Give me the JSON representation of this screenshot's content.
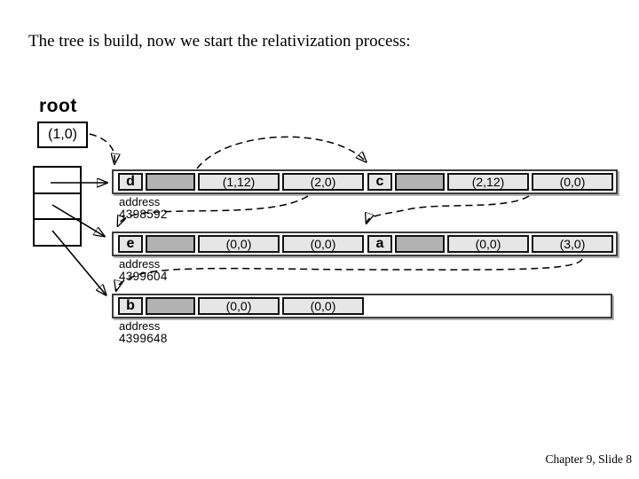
{
  "title": "The tree is build, now we start the relativization process:",
  "footer": "Chapter 9, Slide 8",
  "root": {
    "label": "root",
    "value": "(1,0)"
  },
  "rows": [
    {
      "address_label": "address",
      "address": "4398592",
      "nodes": [
        {
          "name": "d",
          "slots": [
            "(1,12)",
            "(2,0)"
          ]
        },
        {
          "name": "c",
          "slots": [
            "(2,12)",
            "(0,0)"
          ]
        }
      ]
    },
    {
      "address_label": "address",
      "address": "4399604",
      "nodes": [
        {
          "name": "e",
          "slots": [
            "(0,0)",
            "(0,0)"
          ]
        },
        {
          "name": "a",
          "slots": [
            "(0,0)",
            "(3,0)"
          ]
        }
      ]
    },
    {
      "address_label": "address",
      "address": "4399648",
      "nodes": [
        {
          "name": "b",
          "slots": [
            "(0,0)",
            "(0,0)"
          ]
        }
      ]
    }
  ],
  "arrows": {
    "solid": [
      "root-table-slot0-to-d",
      "root-table-slot1-to-e",
      "root-table-slot2-to-b"
    ],
    "dashed": [
      "root-value-to-d-row",
      "d-slot-1-12-to-c",
      "d-slot-2-0-to-e-row",
      "c-slot-2-12-to-a",
      "a-slot-3-0-to-b-row"
    ]
  },
  "colors": {
    "cell_light": "#e6e6e6",
    "cell_gray": "#b2b2b2",
    "cell_border": "#121212",
    "bar_border": "#3c3c3c",
    "background": "#ffffff"
  }
}
